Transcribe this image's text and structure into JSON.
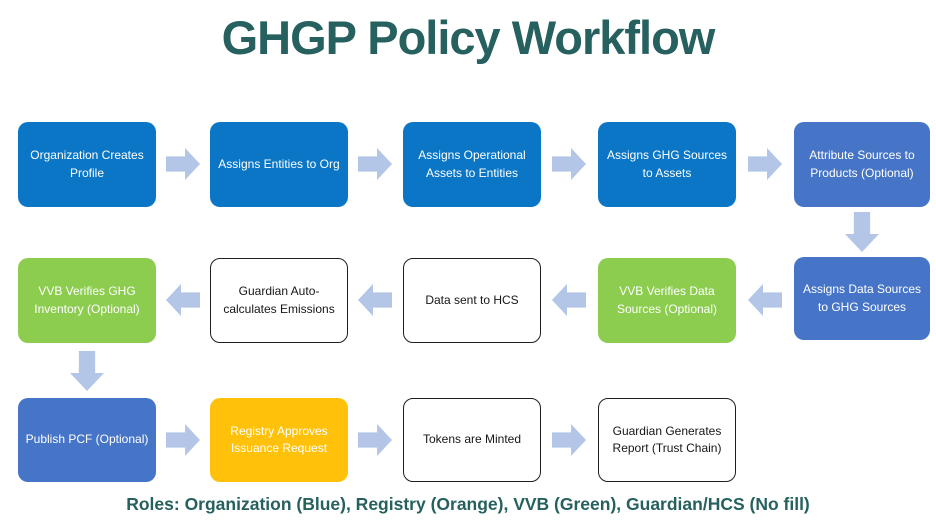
{
  "title": "GHGP Policy Workflow",
  "caption": "Roles: Organization (Blue), Registry (Orange), VVB (Green), Guardian/HCS (No fill)",
  "colors": {
    "heading": "#26605F",
    "blue": "#0B76C6",
    "indigo": "#4674C6",
    "green": "#8CCD4F",
    "orange": "#FFC10A",
    "arrow": "#B3C6E7"
  },
  "rows": [
    {
      "direction": "right",
      "boxes": [
        {
          "label": "Organization Creates Profile",
          "role": "blue"
        },
        {
          "label": "Assigns Entities to Org",
          "role": "blue"
        },
        {
          "label": "Assigns Operational Assets to Entities",
          "role": "blue"
        },
        {
          "label": "Assigns GHG Sources to Assets",
          "role": "blue"
        },
        {
          "label": "Attribute Sources to Products (Optional)",
          "role": "indigo"
        }
      ]
    },
    {
      "direction": "left",
      "boxes": [
        {
          "label": "VVB Verifies GHG Inventory (Optional)",
          "role": "green"
        },
        {
          "label": "Guardian Auto-calculates Emissions",
          "role": "nofill"
        },
        {
          "label": "Data sent to HCS",
          "role": "nofill"
        },
        {
          "label": "VVB Verifies Data Sources (Optional)",
          "role": "green"
        },
        {
          "label": "Assigns Data Sources to GHG Sources",
          "role": "indigo"
        }
      ]
    },
    {
      "direction": "right",
      "boxes": [
        {
          "label": "Publish PCF (Optional)",
          "role": "indigo"
        },
        {
          "label": "Registry Approves Issuance Request",
          "role": "orange"
        },
        {
          "label": "Tokens are Minted",
          "role": "nofill"
        },
        {
          "label": "Guardian Generates Report (Trust Chain)",
          "role": "nofill"
        }
      ]
    }
  ]
}
